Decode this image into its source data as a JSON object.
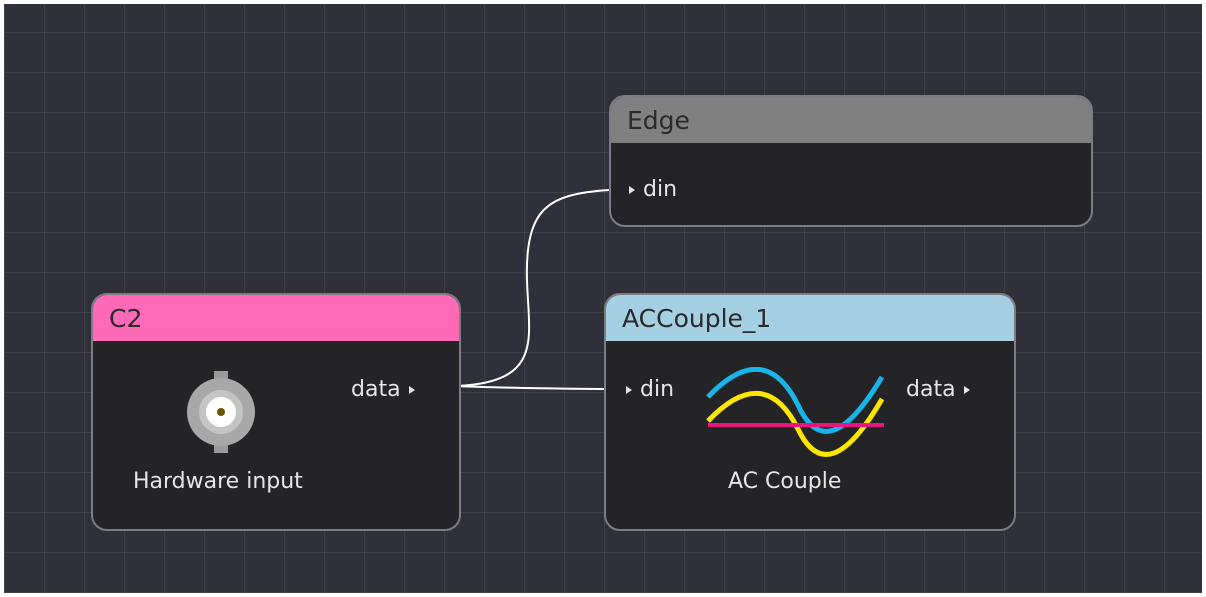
{
  "colors": {
    "canvas_bg": "#30303a",
    "node_bg": "#242427",
    "c2_header": "#ff6ab8",
    "edge_header": "#808080",
    "accouple_header": "#a5cfe3",
    "wire": "#ffffff",
    "wave_blue": "#1ab4ea",
    "wave_yellow": "#ffe600",
    "baseline_magenta": "#e8157c"
  },
  "nodes": {
    "c2": {
      "title": "C2",
      "caption": "Hardware input",
      "output_port": "data",
      "icon": "bnc-connector-icon"
    },
    "edge": {
      "title": "Edge",
      "input_port": "din"
    },
    "accouple": {
      "title": "ACCouple_1",
      "caption": "AC Couple",
      "input_port": "din",
      "output_port": "data",
      "icon": "ac-couple-waveform-icon"
    }
  },
  "connections": [
    {
      "from": "C2.data",
      "to": "Edge.din"
    },
    {
      "from": "C2.data",
      "to": "ACCouple_1.din"
    }
  ]
}
